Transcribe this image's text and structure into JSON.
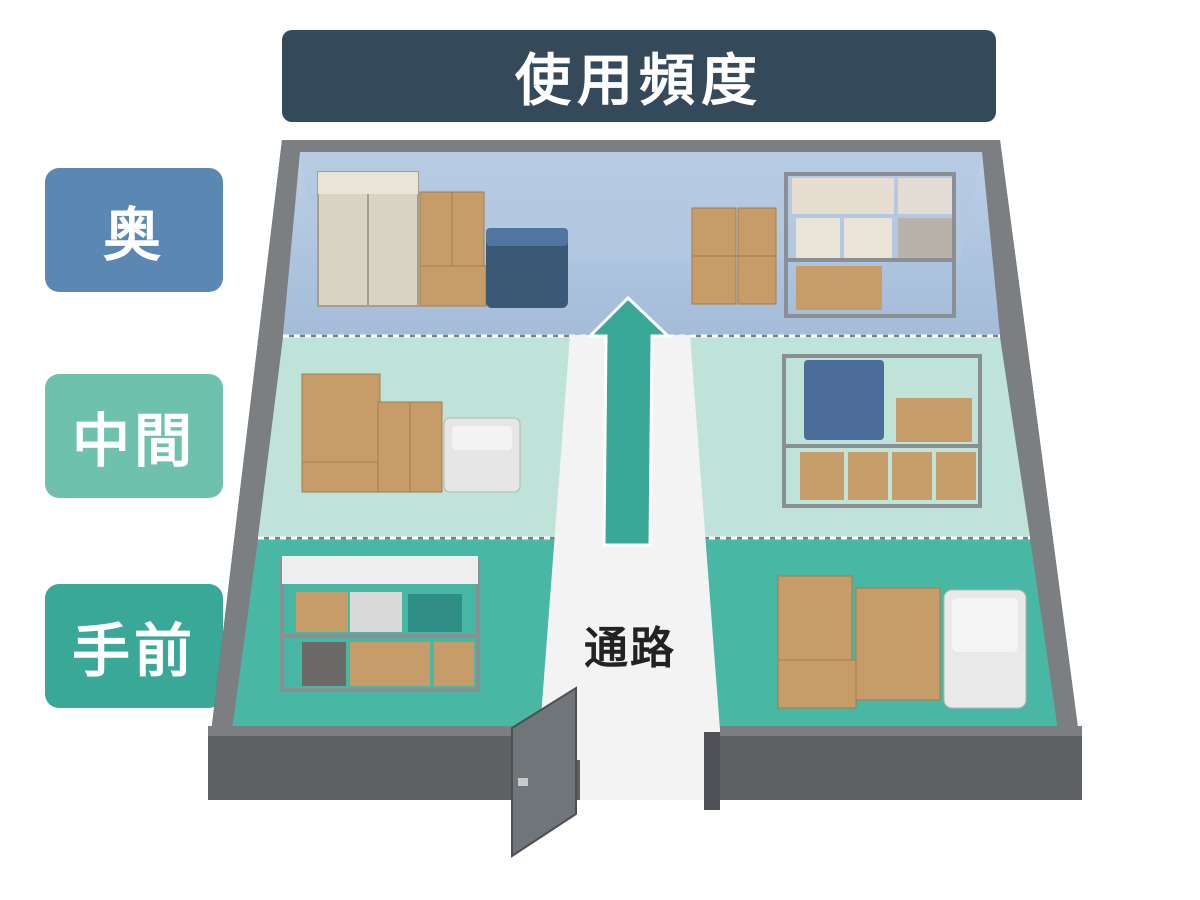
{
  "title": "使用頻度",
  "zones": [
    {
      "key": "back",
      "label": "奥",
      "color": "#5b87b3"
    },
    {
      "key": "mid",
      "label": "中間",
      "color": "#6dc1ad"
    },
    {
      "key": "front",
      "label": "手前",
      "color": "#3aa896"
    }
  ],
  "aisle": {
    "label": "通路"
  },
  "colors": {
    "wall": "#5d6164",
    "wall_top": "#7b7f82",
    "floor_back": "#a9c0dc",
    "floor_mid": "#bfe3d9",
    "floor_front": "#48b7a4",
    "aisle": "#f3f3f3",
    "arrow": "#3aa896",
    "cardboard": "#c69c69",
    "title_bg": "#34495a"
  }
}
